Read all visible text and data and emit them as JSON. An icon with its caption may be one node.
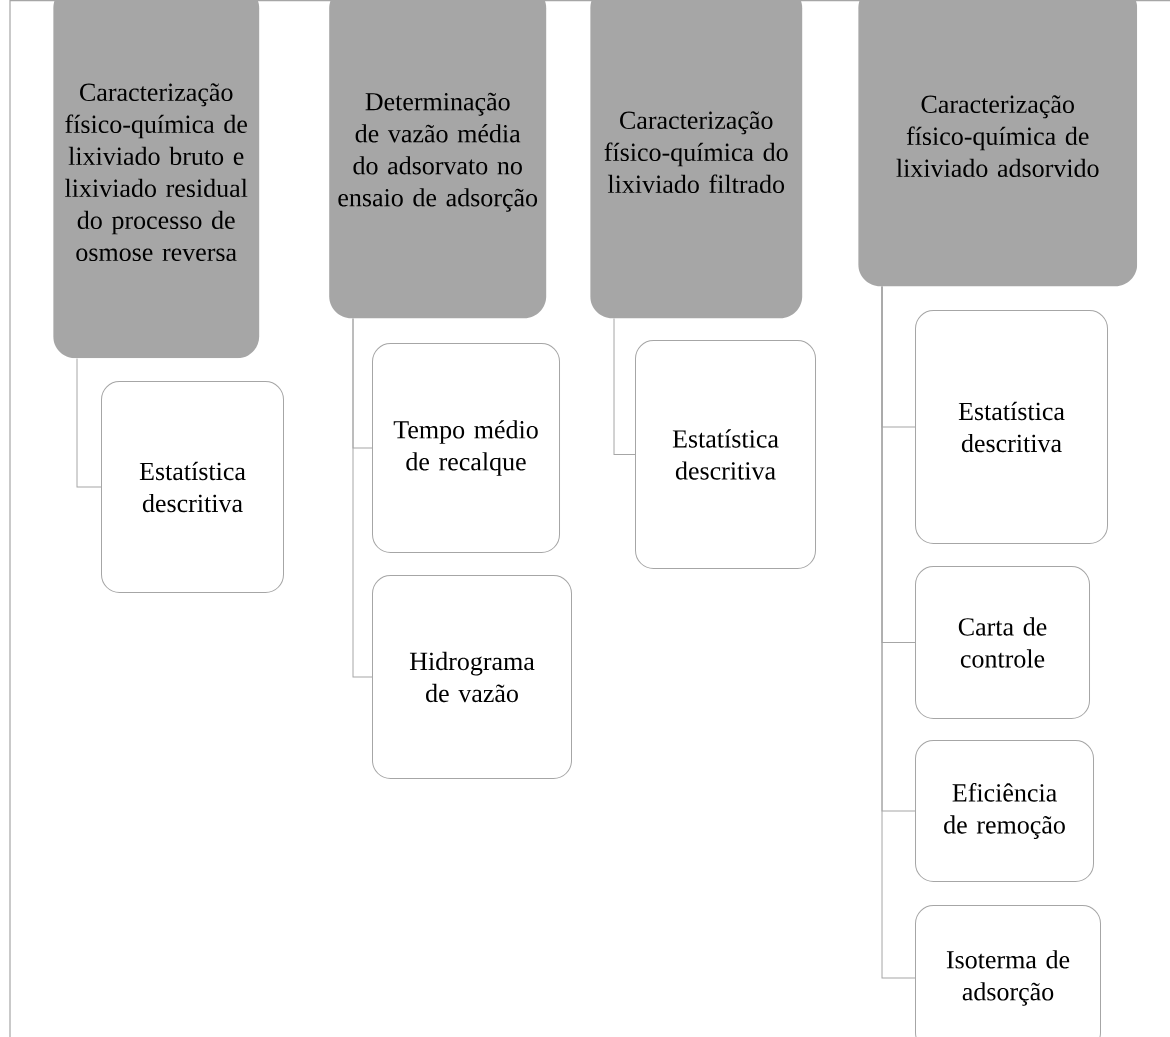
{
  "diagram": {
    "nodes": [
      {
        "text": [
          "Caracterização físico-química de lixiviado bruto e lixiviado residual do processo de osmose reversa"
        ]
      },
      {
        "text": [
          "Estatística descritiva"
        ]
      },
      {
        "text": [
          "Determinação de vazão média do adsorvato no ensaio de adsorção"
        ]
      },
      {
        "text": [
          "Tempo médio de recalque"
        ]
      },
      {
        "text": [
          "Hidrograma de vazão"
        ]
      },
      {
        "text": [
          "Caracterização físico-química do lixiviado filtrado"
        ]
      },
      {
        "text": [
          "Estatística descritiva"
        ]
      },
      {
        "text": [
          "Caracterização físico-química de lixiviado adsorvido"
        ]
      },
      {
        "text": [
          "Estatística descritiva"
        ]
      },
      {
        "text": [
          "Carta de controle"
        ]
      },
      {
        "text": [
          "Eficiência de remoção"
        ]
      },
      {
        "text": [
          "Isoterma de adsorção"
        ]
      }
    ],
    "edges": [
      {
        "from": 0,
        "to": 1,
        "arrow": "none"
      },
      {
        "from": 2,
        "to": 3,
        "arrow": "none"
      },
      {
        "from": 2,
        "to": 4,
        "arrow": "none"
      },
      {
        "from": 5,
        "to": 6,
        "arrow": "none"
      },
      {
        "from": 7,
        "to": 8,
        "arrow": "none"
      },
      {
        "from": 7,
        "to": 9,
        "arrow": "none"
      },
      {
        "from": 7,
        "to": 10,
        "arrow": "none"
      },
      {
        "from": 7,
        "to": 11,
        "arrow": "none"
      }
    ]
  }
}
